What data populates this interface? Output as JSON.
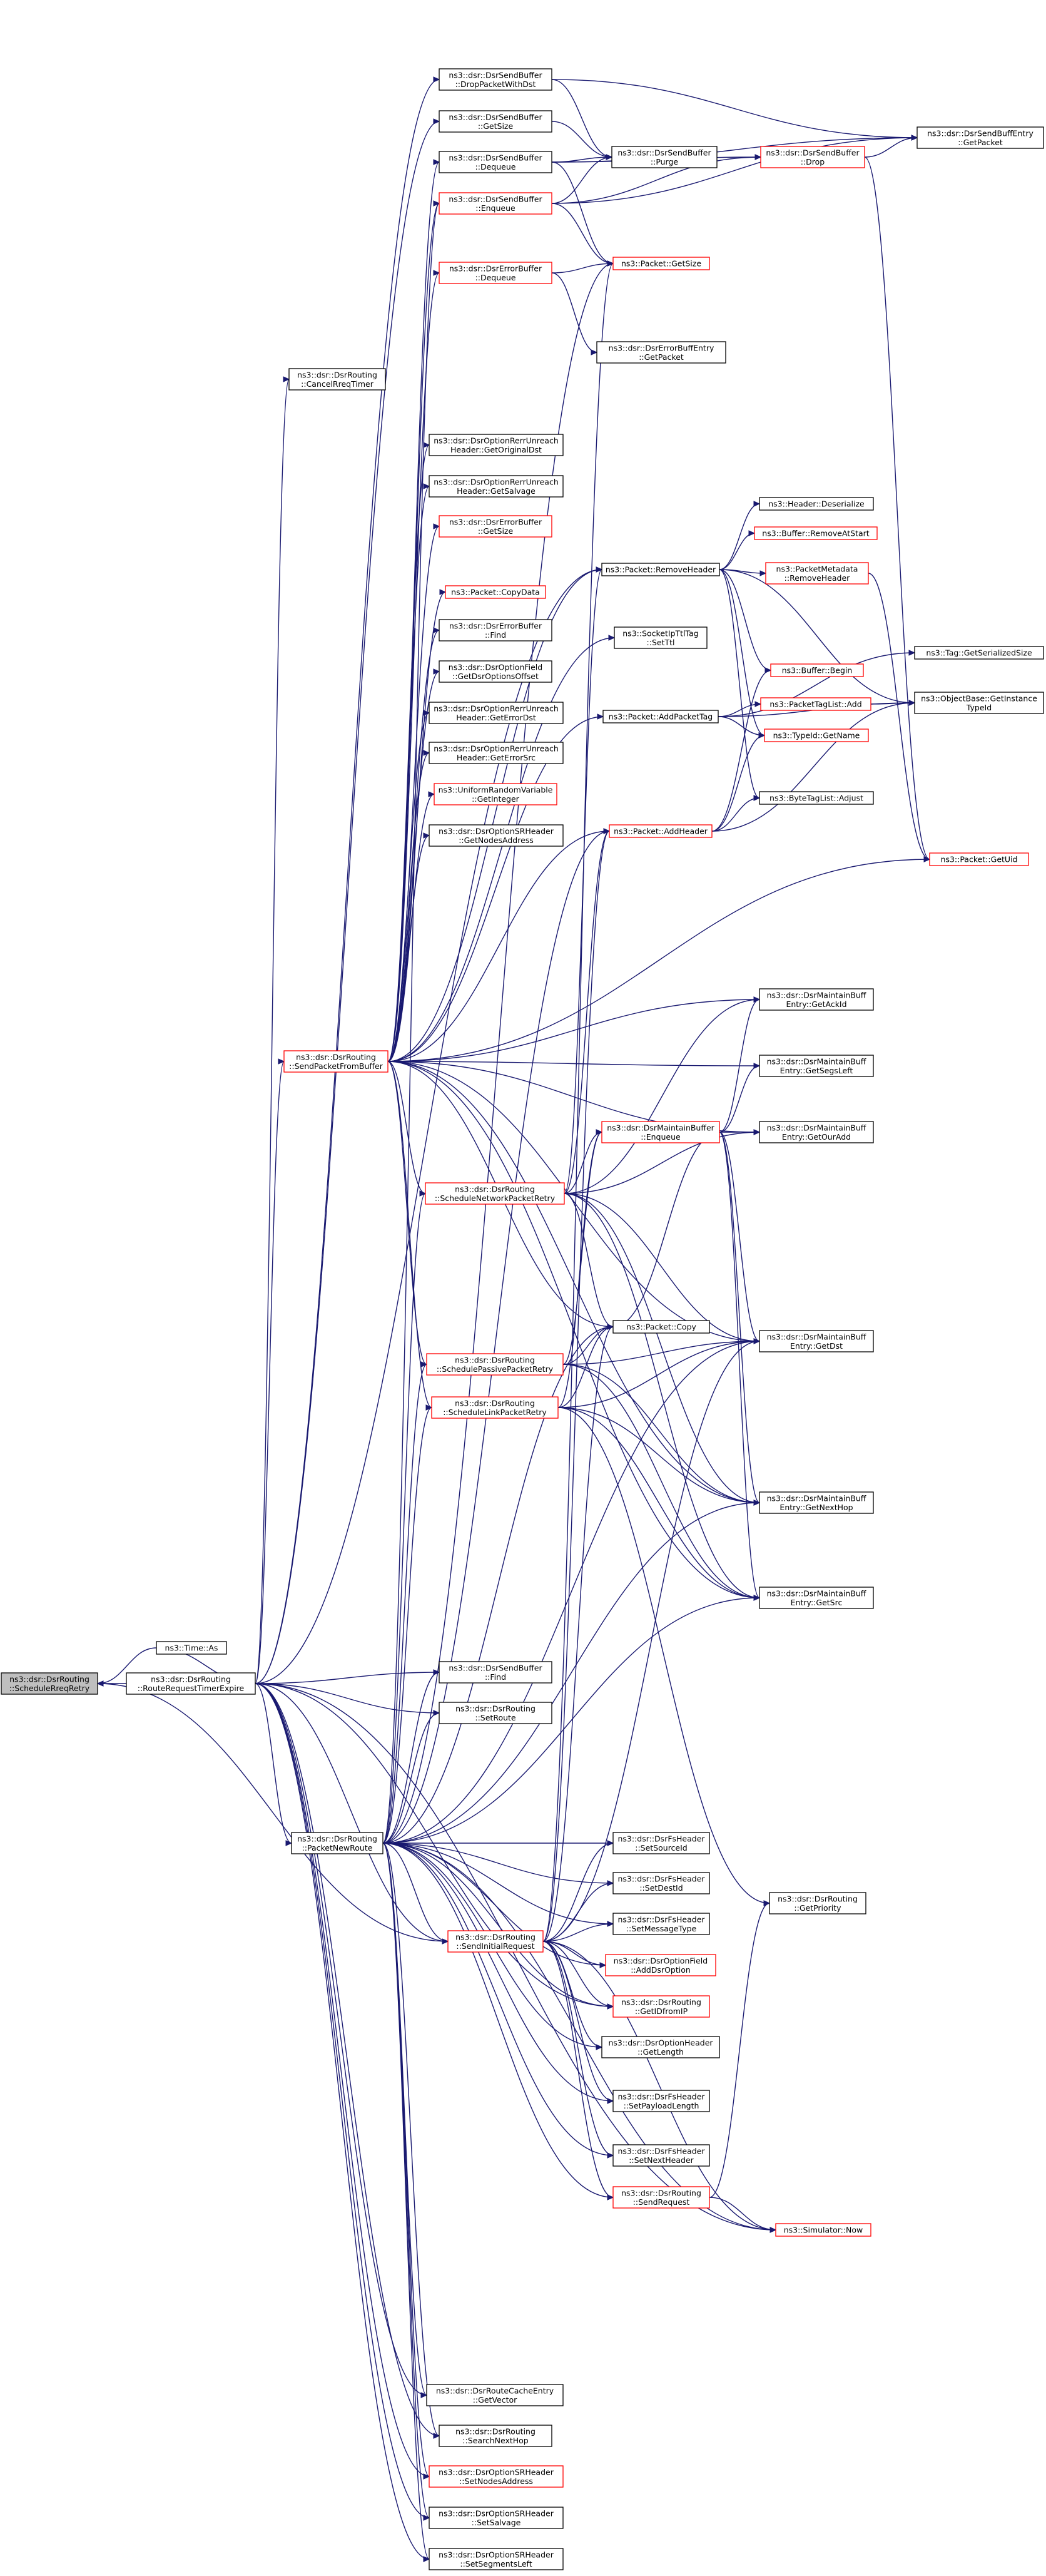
{
  "colors": {
    "edge": "#191970",
    "node_border_default": "#000000",
    "node_border_truncated": "#ff0000",
    "node_fill_default": "#ffffff",
    "node_fill_root": "#bfbfbf"
  },
  "nodes": [
    {
      "id": "root",
      "label": [
        "ns3::dsr::DsrRouting",
        "::ScheduleRreqRetry"
      ],
      "style": "root"
    },
    {
      "id": "timeas",
      "label": [
        "ns3::Time::As"
      ],
      "style": "normal"
    },
    {
      "id": "rrte",
      "label": [
        "ns3::dsr::DsrRouting",
        "::RouteRequestTimerExpire"
      ],
      "style": "normal"
    },
    {
      "id": "cancel",
      "label": [
        "ns3::dsr::DsrRouting",
        "::CancelRreqTimer"
      ],
      "style": "normal"
    },
    {
      "id": "sendfrombuf",
      "label": [
        "ns3::dsr::DsrRouting",
        "::SendPacketFromBuffer"
      ],
      "style": "truncated"
    },
    {
      "id": "packetnewroute",
      "label": [
        "ns3::dsr::DsrRouting",
        "::PacketNewRoute"
      ],
      "style": "normal"
    },
    {
      "id": "sb_dropwithdst",
      "label": [
        "ns3::dsr::DsrSendBuffer",
        "::DropPacketWithDst"
      ],
      "style": "normal"
    },
    {
      "id": "sb_getsize",
      "label": [
        "ns3::dsr::DsrSendBuffer",
        "::GetSize"
      ],
      "style": "normal"
    },
    {
      "id": "sb_dequeue",
      "label": [
        "ns3::dsr::DsrSendBuffer",
        "::Dequeue"
      ],
      "style": "normal"
    },
    {
      "id": "sb_enqueue",
      "label": [
        "ns3::dsr::DsrSendBuffer",
        "::Enqueue"
      ],
      "style": "truncated"
    },
    {
      "id": "eb_dequeue",
      "label": [
        "ns3::dsr::DsrErrorBuffer",
        "::Dequeue"
      ],
      "style": "truncated"
    },
    {
      "id": "rerr_getorig",
      "label": [
        "ns3::dsr::DsrOptionRerrUnreach",
        "Header::GetOriginalDst"
      ],
      "style": "normal"
    },
    {
      "id": "rerr_getsalvage",
      "label": [
        "ns3::dsr::DsrOptionRerrUnreach",
        "Header::GetSalvage"
      ],
      "style": "normal"
    },
    {
      "id": "eb_getsize",
      "label": [
        "ns3::dsr::DsrErrorBuffer",
        "::GetSize"
      ],
      "style": "truncated"
    },
    {
      "id": "pkt_copydata",
      "label": [
        "ns3::Packet::CopyData"
      ],
      "style": "truncated"
    },
    {
      "id": "eb_find",
      "label": [
        "ns3::dsr::DsrErrorBuffer",
        "::Find"
      ],
      "style": "normal"
    },
    {
      "id": "of_getoffset",
      "label": [
        "ns3::dsr::DsrOptionField",
        "::GetDsrOptionsOffset"
      ],
      "style": "normal"
    },
    {
      "id": "rerr_geterrdst",
      "label": [
        "ns3::dsr::DsrOptionRerrUnreach",
        "Header::GetErrorDst"
      ],
      "style": "normal"
    },
    {
      "id": "rerr_geterrsrc",
      "label": [
        "ns3::dsr::DsrOptionRerrUnreach",
        "Header::GetErrorSrc"
      ],
      "style": "normal"
    },
    {
      "id": "urv_getint",
      "label": [
        "ns3::UniformRandomVariable",
        "::GetInteger"
      ],
      "style": "truncated"
    },
    {
      "id": "sr_getnodes",
      "label": [
        "ns3::dsr::DsrOptionSRHeader",
        "::GetNodesAddress"
      ],
      "style": "normal"
    },
    {
      "id": "sb_purge",
      "label": [
        "ns3::dsr::DsrSendBuffer",
        "::Purge"
      ],
      "style": "normal"
    },
    {
      "id": "sb_drop",
      "label": [
        "ns3::dsr::DsrSendBuffer",
        "::Drop"
      ],
      "style": "truncated"
    },
    {
      "id": "sbe_getpacket",
      "label": [
        "ns3::dsr::DsrSendBuffEntry",
        "::GetPacket"
      ],
      "style": "normal"
    },
    {
      "id": "pkt_getsize",
      "label": [
        "ns3::Packet::GetSize"
      ],
      "style": "truncated"
    },
    {
      "id": "ebe_getpacket",
      "label": [
        "ns3::dsr::DsrErrorBuffEntry",
        "::GetPacket"
      ],
      "style": "normal"
    },
    {
      "id": "pkt_removeheader",
      "label": [
        "ns3::Packet::RemoveHeader"
      ],
      "style": "normal"
    },
    {
      "id": "sock_setttl",
      "label": [
        "ns3::SocketIpTtlTag",
        "::SetTtl"
      ],
      "style": "normal"
    },
    {
      "id": "pkt_addpackettag",
      "label": [
        "ns3::Packet::AddPacketTag"
      ],
      "style": "normal"
    },
    {
      "id": "pkt_addheader",
      "label": [
        "ns3::Packet::AddHeader"
      ],
      "style": "truncated"
    },
    {
      "id": "hdr_deserialize",
      "label": [
        "ns3::Header::Deserialize"
      ],
      "style": "normal"
    },
    {
      "id": "buf_removeatstart",
      "label": [
        "ns3::Buffer::RemoveAtStart"
      ],
      "style": "truncated"
    },
    {
      "id": "pm_removeheader",
      "label": [
        "ns3::PacketMetadata",
        "::RemoveHeader"
      ],
      "style": "truncated"
    },
    {
      "id": "buf_begin",
      "label": [
        "ns3::Buffer::Begin"
      ],
      "style": "truncated"
    },
    {
      "id": "ptl_add",
      "label": [
        "ns3::PacketTagList::Add"
      ],
      "style": "truncated"
    },
    {
      "id": "typeid_getname",
      "label": [
        "ns3::TypeId::GetName"
      ],
      "style": "truncated"
    },
    {
      "id": "btl_adjust",
      "label": [
        "ns3::ByteTagList::Adjust"
      ],
      "style": "normal"
    },
    {
      "id": "tag_getser",
      "label": [
        "ns3::Tag::GetSerializedSize"
      ],
      "style": "normal"
    },
    {
      "id": "ob_getinst",
      "label": [
        "ns3::ObjectBase::GetInstance",
        "TypeId"
      ],
      "style": "normal"
    },
    {
      "id": "pkt_getuid",
      "label": [
        "ns3::Packet::GetUid"
      ],
      "style": "truncated"
    },
    {
      "id": "mb_enqueue",
      "label": [
        "ns3::dsr::DsrMaintainBuffer",
        "::Enqueue"
      ],
      "style": "truncated"
    },
    {
      "id": "schednet",
      "label": [
        "ns3::dsr::DsrRouting",
        "::ScheduleNetworkPacketRetry"
      ],
      "style": "truncated"
    },
    {
      "id": "schedpass",
      "label": [
        "ns3::dsr::DsrRouting",
        "::SchedulePassivePacketRetry"
      ],
      "style": "truncated"
    },
    {
      "id": "schedlink",
      "label": [
        "ns3::dsr::DsrRouting",
        "::ScheduleLinkPacketRetry"
      ],
      "style": "truncated"
    },
    {
      "id": "pkt_copy",
      "label": [
        "ns3::Packet::Copy"
      ],
      "style": "normal"
    },
    {
      "id": "mbe_getackid",
      "label": [
        "ns3::dsr::DsrMaintainBuff",
        "Entry::GetAckId"
      ],
      "style": "normal"
    },
    {
      "id": "mbe_getsegsleft",
      "label": [
        "ns3::dsr::DsrMaintainBuff",
        "Entry::GetSegsLeft"
      ],
      "style": "normal"
    },
    {
      "id": "mbe_getouradd",
      "label": [
        "ns3::dsr::DsrMaintainBuff",
        "Entry::GetOurAdd"
      ],
      "style": "normal"
    },
    {
      "id": "mbe_getdst",
      "label": [
        "ns3::dsr::DsrMaintainBuff",
        "Entry::GetDst"
      ],
      "style": "normal"
    },
    {
      "id": "mbe_getnexthop",
      "label": [
        "ns3::dsr::DsrMaintainBuff",
        "Entry::GetNextHop"
      ],
      "style": "normal"
    },
    {
      "id": "mbe_getsrc",
      "label": [
        "ns3::dsr::DsrMaintainBuff",
        "Entry::GetSrc"
      ],
      "style": "normal"
    },
    {
      "id": "sb_find",
      "label": [
        "ns3::dsr::DsrSendBuffer",
        "::Find"
      ],
      "style": "normal"
    },
    {
      "id": "setroute",
      "label": [
        "ns3::dsr::DsrRouting",
        "::SetRoute"
      ],
      "style": "normal"
    },
    {
      "id": "fs_setsourceid",
      "label": [
        "ns3::dsr::DsrFsHeader",
        "::SetSourceId"
      ],
      "style": "normal"
    },
    {
      "id": "fs_setdestid",
      "label": [
        "ns3::dsr::DsrFsHeader",
        "::SetDestId"
      ],
      "style": "normal"
    },
    {
      "id": "fs_setmsgtype",
      "label": [
        "ns3::dsr::DsrFsHeader",
        "::SetMessageType"
      ],
      "style": "normal"
    },
    {
      "id": "sendinitreq",
      "label": [
        "ns3::dsr::DsrRouting",
        "::SendInitialRequest"
      ],
      "style": "truncated"
    },
    {
      "id": "of_adddsroption",
      "label": [
        "ns3::dsr::DsrOptionField",
        "::AddDsrOption"
      ],
      "style": "truncated"
    },
    {
      "id": "getidfromip",
      "label": [
        "ns3::dsr::DsrRouting",
        "::GetIDfromIP"
      ],
      "style": "truncated"
    },
    {
      "id": "oh_getlength",
      "label": [
        "ns3::dsr::DsrOptionHeader",
        "::GetLength"
      ],
      "style": "normal"
    },
    {
      "id": "fs_setpayloadlen",
      "label": [
        "ns3::dsr::DsrFsHeader",
        "::SetPayloadLength"
      ],
      "style": "normal"
    },
    {
      "id": "fs_setnextheader",
      "label": [
        "ns3::dsr::DsrFsHeader",
        "::SetNextHeader"
      ],
      "style": "normal"
    },
    {
      "id": "sendrequest",
      "label": [
        "ns3::dsr::DsrRouting",
        "::SendRequest"
      ],
      "style": "truncated"
    },
    {
      "id": "sim_now",
      "label": [
        "ns3::Simulator::Now"
      ],
      "style": "truncated"
    },
    {
      "id": "getpriority",
      "label": [
        "ns3::dsr::DsrRouting",
        "::GetPriority"
      ],
      "style": "normal"
    },
    {
      "id": "rce_getvector",
      "label": [
        "ns3::dsr::DsrRouteCacheEntry",
        "::GetVector"
      ],
      "style": "normal"
    },
    {
      "id": "searchnexthop",
      "label": [
        "ns3::dsr::DsrRouting",
        "::SearchNextHop"
      ],
      "style": "normal"
    },
    {
      "id": "sr_setnodes",
      "label": [
        "ns3::dsr::DsrOptionSRHeader",
        "::SetNodesAddress"
      ],
      "style": "truncated"
    },
    {
      "id": "sr_setsalvage",
      "label": [
        "ns3::dsr::DsrOptionSRHeader",
        "::SetSalvage"
      ],
      "style": "normal"
    },
    {
      "id": "sr_setsegsleft",
      "label": [
        "ns3::dsr::DsrOptionSRHeader",
        "::SetSegmentsLeft"
      ],
      "style": "normal"
    }
  ],
  "edges": [
    [
      "timeas",
      "root"
    ],
    [
      "rrte",
      "root"
    ],
    [
      "sendinitreq",
      "root"
    ],
    [
      "rrte",
      "timeas"
    ],
    [
      "rrte",
      "cancel"
    ],
    [
      "rrte",
      "sendfrombuf"
    ],
    [
      "rrte",
      "packetnewroute"
    ],
    [
      "rrte",
      "sb_find"
    ],
    [
      "rrte",
      "setroute"
    ],
    [
      "rrte",
      "pkt_removeheader"
    ],
    [
      "rrte",
      "sb_getsize"
    ],
    [
      "rrte",
      "sb_dropwithdst"
    ],
    [
      "rrte",
      "sendinitreq"
    ],
    [
      "rrte",
      "sim_now"
    ],
    [
      "rrte",
      "getidfromip"
    ],
    [
      "rrte",
      "rce_getvector"
    ],
    [
      "rrte",
      "searchnexthop"
    ],
    [
      "rrte",
      "sr_setnodes"
    ],
    [
      "rrte",
      "sr_setsalvage"
    ],
    [
      "rrte",
      "sr_setsegsleft"
    ],
    [
      "sb_dropwithdst",
      "sb_purge"
    ],
    [
      "sb_dropwithdst",
      "sbe_getpacket"
    ],
    [
      "sb_getsize",
      "sb_purge"
    ],
    [
      "sb_dequeue",
      "sb_purge"
    ],
    [
      "sb_dequeue",
      "sb_drop"
    ],
    [
      "sb_dequeue",
      "sbe_getpacket"
    ],
    [
      "sb_dequeue",
      "pkt_getsize"
    ],
    [
      "sb_enqueue",
      "sb_purge"
    ],
    [
      "sb_enqueue",
      "sb_drop"
    ],
    [
      "sb_enqueue",
      "sbe_getpacket"
    ],
    [
      "sb_enqueue",
      "pkt_getsize"
    ],
    [
      "sb_drop",
      "sbe_getpacket"
    ],
    [
      "sb_drop",
      "pkt_getuid"
    ],
    [
      "eb_dequeue",
      "pkt_getsize"
    ],
    [
      "eb_dequeue",
      "ebe_getpacket"
    ],
    [
      "sendfrombuf",
      "sb_dequeue"
    ],
    [
      "sendfrombuf",
      "sb_enqueue"
    ],
    [
      "sendfrombuf",
      "eb_dequeue"
    ],
    [
      "sendfrombuf",
      "rerr_getorig"
    ],
    [
      "sendfrombuf",
      "rerr_getsalvage"
    ],
    [
      "sendfrombuf",
      "eb_getsize"
    ],
    [
      "sendfrombuf",
      "pkt_copydata"
    ],
    [
      "sendfrombuf",
      "eb_find"
    ],
    [
      "sendfrombuf",
      "of_getoffset"
    ],
    [
      "sendfrombuf",
      "rerr_geterrdst"
    ],
    [
      "sendfrombuf",
      "rerr_geterrsrc"
    ],
    [
      "sendfrombuf",
      "urv_getint"
    ],
    [
      "sendfrombuf",
      "sr_getnodes"
    ],
    [
      "sendfrombuf",
      "pkt_removeheader"
    ],
    [
      "sendfrombuf",
      "pkt_addheader"
    ],
    [
      "sendfrombuf",
      "pkt_addpackettag"
    ],
    [
      "sendfrombuf",
      "sock_setttl"
    ],
    [
      "sendfrombuf",
      "pkt_copy"
    ],
    [
      "sendfrombuf",
      "schednet"
    ],
    [
      "sendfrombuf",
      "schedpass"
    ],
    [
      "sendfrombuf",
      "schedlink"
    ],
    [
      "sendfrombuf",
      "mbe_getackid"
    ],
    [
      "sendfrombuf",
      "mbe_getsegsleft"
    ],
    [
      "sendfrombuf",
      "mbe_getouradd"
    ],
    [
      "sendfrombuf",
      "mbe_getdst"
    ],
    [
      "sendfrombuf",
      "mbe_getnexthop"
    ],
    [
      "sendfrombuf",
      "mbe_getsrc"
    ],
    [
      "sendfrombuf",
      "pkt_getuid"
    ],
    [
      "pkt_removeheader",
      "hdr_deserialize"
    ],
    [
      "pkt_removeheader",
      "buf_removeatstart"
    ],
    [
      "pkt_removeheader",
      "pm_removeheader"
    ],
    [
      "pkt_removeheader",
      "buf_begin"
    ],
    [
      "pkt_removeheader",
      "typeid_getname"
    ],
    [
      "pkt_removeheader",
      "btl_adjust"
    ],
    [
      "pkt_removeheader",
      "ob_getinst"
    ],
    [
      "pkt_addpackettag",
      "ptl_add"
    ],
    [
      "pkt_addpackettag",
      "typeid_getname"
    ],
    [
      "pkt_addpackettag",
      "tag_getser"
    ],
    [
      "pkt_addpackettag",
      "ob_getinst"
    ],
    [
      "pkt_addheader",
      "buf_begin"
    ],
    [
      "pkt_addheader",
      "btl_adjust"
    ],
    [
      "pkt_addheader",
      "ob_getinst"
    ],
    [
      "pkt_addheader",
      "typeid_getname"
    ],
    [
      "ptl_add",
      "ob_getinst"
    ],
    [
      "pm_removeheader",
      "pkt_getuid"
    ],
    [
      "schednet",
      "mb_enqueue"
    ],
    [
      "schednet",
      "pkt_copy"
    ],
    [
      "schednet",
      "mbe_getackid"
    ],
    [
      "schednet",
      "mbe_getouradd"
    ],
    [
      "schednet",
      "mbe_getdst"
    ],
    [
      "schednet",
      "mbe_getnexthop"
    ],
    [
      "schednet",
      "mbe_getsrc"
    ],
    [
      "schednet",
      "pkt_addheader"
    ],
    [
      "schednet",
      "pkt_removeheader"
    ],
    [
      "mb_enqueue",
      "mbe_getackid"
    ],
    [
      "mb_enqueue",
      "mbe_getsegsleft"
    ],
    [
      "mb_enqueue",
      "mbe_getouradd"
    ],
    [
      "mb_enqueue",
      "mbe_getdst"
    ],
    [
      "mb_enqueue",
      "mbe_getnexthop"
    ],
    [
      "mb_enqueue",
      "mbe_getsrc"
    ],
    [
      "mb_enqueue",
      "pkt_copy"
    ],
    [
      "schedpass",
      "mb_enqueue"
    ],
    [
      "schedpass",
      "pkt_copy"
    ],
    [
      "schedpass",
      "mbe_getdst"
    ],
    [
      "schedpass",
      "mbe_getnexthop"
    ],
    [
      "schedpass",
      "mbe_getsrc"
    ],
    [
      "schedlink",
      "mb_enqueue"
    ],
    [
      "schedlink",
      "pkt_copy"
    ],
    [
      "schedlink",
      "mbe_getdst"
    ],
    [
      "schedlink",
      "mbe_getnexthop"
    ],
    [
      "schedlink",
      "mbe_getsrc"
    ],
    [
      "schedlink",
      "getpriority"
    ],
    [
      "packetnewroute",
      "sb_enqueue"
    ],
    [
      "packetnewroute",
      "pkt_copy"
    ],
    [
      "packetnewroute",
      "schednet"
    ],
    [
      "packetnewroute",
      "schedpass"
    ],
    [
      "packetnewroute",
      "schedlink"
    ],
    [
      "packetnewroute",
      "mbe_getdst"
    ],
    [
      "packetnewroute",
      "mbe_getnexthop"
    ],
    [
      "packetnewroute",
      "mbe_getsrc"
    ],
    [
      "packetnewroute",
      "pkt_addheader"
    ],
    [
      "packetnewroute",
      "setroute"
    ],
    [
      "packetnewroute",
      "sb_find"
    ],
    [
      "packetnewroute",
      "sendinitreq"
    ],
    [
      "packetnewroute",
      "fs_setsourceid"
    ],
    [
      "packetnewroute",
      "fs_setdestid"
    ],
    [
      "packetnewroute",
      "fs_setmsgtype"
    ],
    [
      "packetnewroute",
      "of_adddsroption"
    ],
    [
      "packetnewroute",
      "getidfromip"
    ],
    [
      "packetnewroute",
      "oh_getlength"
    ],
    [
      "packetnewroute",
      "fs_setpayloadlen"
    ],
    [
      "packetnewroute",
      "fs_setnextheader"
    ],
    [
      "packetnewroute",
      "sendrequest"
    ],
    [
      "packetnewroute",
      "sim_now"
    ],
    [
      "packetnewroute",
      "rce_getvector"
    ],
    [
      "packetnewroute",
      "searchnexthop"
    ],
    [
      "packetnewroute",
      "sr_setnodes"
    ],
    [
      "packetnewroute",
      "sr_setsalvage"
    ],
    [
      "packetnewroute",
      "sr_setsegsleft"
    ],
    [
      "packetnewroute",
      "pkt_getsize"
    ],
    [
      "sendinitreq",
      "pkt_copy"
    ],
    [
      "sendinitreq",
      "fs_setsourceid"
    ],
    [
      "sendinitreq",
      "fs_setdestid"
    ],
    [
      "sendinitreq",
      "fs_setmsgtype"
    ],
    [
      "sendinitreq",
      "of_adddsroption"
    ],
    [
      "sendinitreq",
      "getidfromip"
    ],
    [
      "sendinitreq",
      "oh_getlength"
    ],
    [
      "sendinitreq",
      "fs_setpayloadlen"
    ],
    [
      "sendinitreq",
      "fs_setnextheader"
    ],
    [
      "sendinitreq",
      "sendrequest"
    ],
    [
      "sendinitreq",
      "sim_now"
    ],
    [
      "sendinitreq",
      "pkt_addheader"
    ],
    [
      "sendinitreq",
      "mbe_getdst"
    ],
    [
      "sendinitreq",
      "pkt_getsize"
    ],
    [
      "sendrequest",
      "sim_now"
    ],
    [
      "sendrequest",
      "getpriority"
    ]
  ]
}
